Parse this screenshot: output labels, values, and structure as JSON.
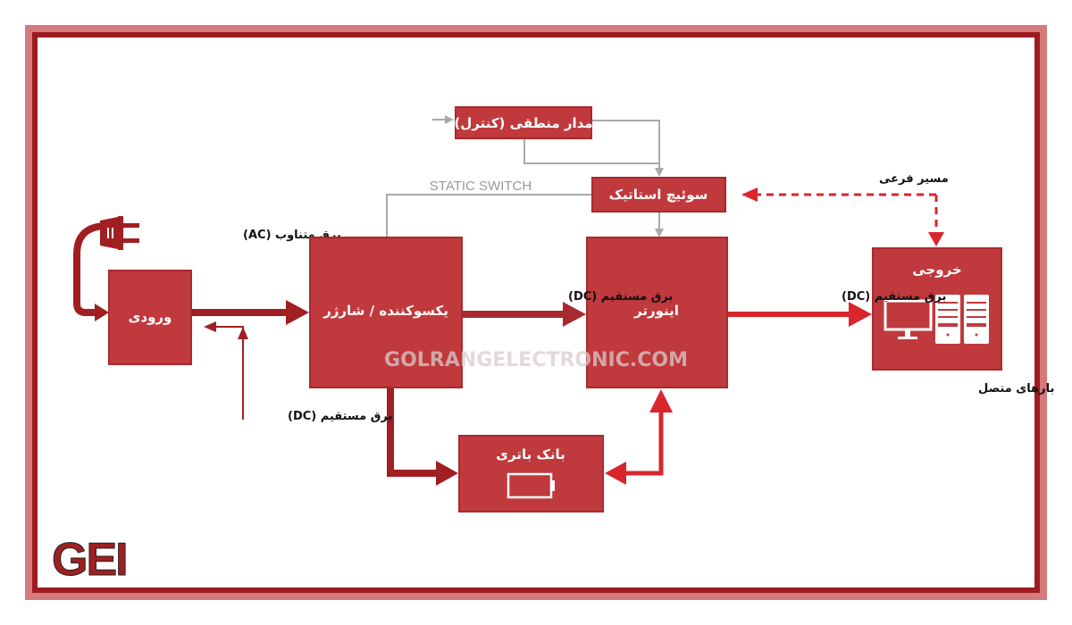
{
  "blocks": {
    "control": "مدار منطقی (کنترل)",
    "static_switch": "سوئیچ استاتیک",
    "input": "ورودی",
    "rectifier": "یکسوکننده / شارژر",
    "inverter": "اینورتر",
    "battery": "بانک باتری",
    "output": "خروجی"
  },
  "labels": {
    "ac_power": "برق متناوب (AC)",
    "dc_input": "برق مستقیم (DC)",
    "dc_rect_inv": "برق مستقیم (DC)",
    "dc_inv_out": "برق مستقیم (DC)",
    "bypass": "مسیر فرعی",
    "loads": "بارهای متصل",
    "static_switch_en": "STATIC SWITCH"
  },
  "watermark": "GOLRANGELECTRONIC.COM",
  "logo": "GEI",
  "colors": {
    "dark_red": "#a01f22",
    "box_red": "#c0393d",
    "bright_red": "#d8262c",
    "gray": "#a9a9a9",
    "frame_outer": "#d57a7a",
    "frame_inner": "#9e1b1f"
  }
}
